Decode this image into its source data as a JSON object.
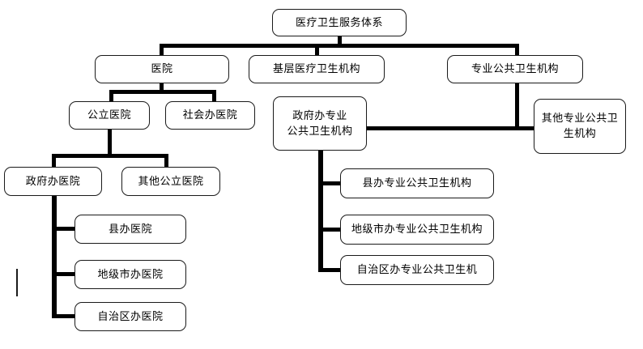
{
  "diagram": {
    "title": "医疗卫生服务体系",
    "root": {
      "label": "医疗卫生服务体系"
    },
    "level2": [
      {
        "label": "医院"
      },
      {
        "label": "基层医疗卫生机构"
      },
      {
        "label": "专业公共卫生机构"
      }
    ],
    "hospital_children": [
      {
        "label": "公立医院"
      },
      {
        "label": "社会办医院"
      }
    ],
    "public_hospital_children": [
      {
        "label": "政府办医院"
      },
      {
        "label": "其他公立医院"
      }
    ],
    "gov_hospital_children": [
      {
        "label": "县办医院"
      },
      {
        "label": "地级市办医院"
      },
      {
        "label": "自治区办医院"
      }
    ],
    "public_health_children": [
      {
        "line1": "政府办专业",
        "line2": "公共卫生机构"
      },
      {
        "line1": "其他专业公共卫",
        "line2": "生机构"
      }
    ],
    "gov_public_health_children": [
      {
        "label": "县办专业公共卫生机构"
      },
      {
        "label": "地级市办专业公共卫生机构"
      },
      {
        "label": "自治区办专业公共卫生机"
      }
    ],
    "colors": {
      "box_border": "#1a1a1a",
      "connector": "#000000",
      "text": "#000000",
      "background": "#ffffff"
    }
  }
}
